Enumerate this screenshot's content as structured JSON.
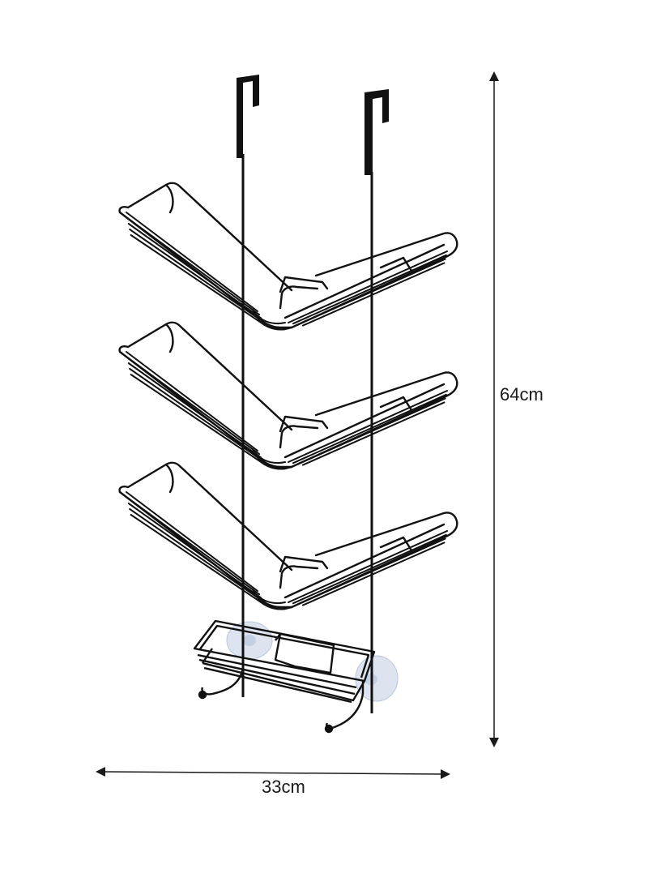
{
  "product": {
    "name": "over-the-door-shower-caddy",
    "tiers": 3,
    "has_soap_dish": true,
    "has_suction_cups": true,
    "frame_color": "#111111",
    "suction_cup_color": "#cfd9ea"
  },
  "dimensions": {
    "height_label": "64cm",
    "width_label": "33cm",
    "line_color": "#1a1a1a"
  }
}
